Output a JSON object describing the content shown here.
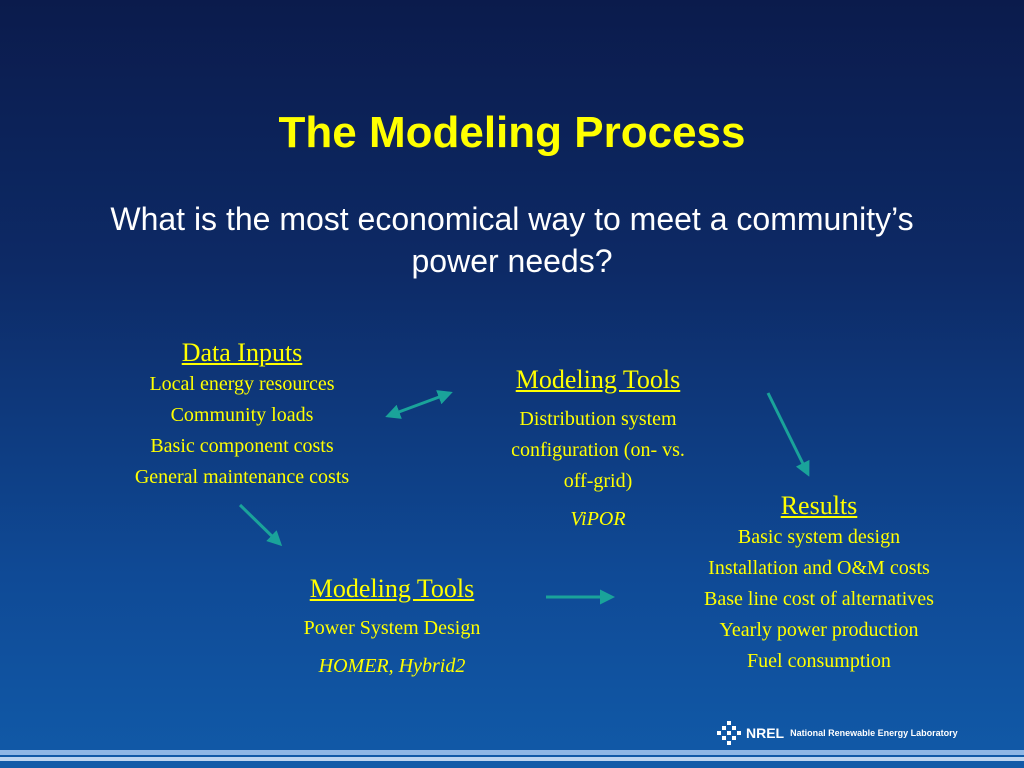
{
  "slide": {
    "title": "The Modeling Process",
    "question": "What is the most economical way to meet a community’s power needs?"
  },
  "data_inputs": {
    "heading": "Data Inputs",
    "items": [
      "Local energy resources",
      "Community loads",
      "Basic component costs",
      "General maintenance costs"
    ]
  },
  "modeling_tools_top": {
    "heading": "Modeling Tools",
    "description": [
      "Distribution system",
      "configuration (on- vs.",
      "off-grid)"
    ],
    "tool": "ViPOR"
  },
  "modeling_tools_bottom": {
    "heading": "Modeling Tools",
    "description": "Power System Design",
    "tool": "HOMER, Hybrid2"
  },
  "results": {
    "heading": "Results",
    "items": [
      "Basic system design",
      "Installation and O&M costs",
      "Base line cost of alternatives",
      "Yearly power production",
      "Fuel consumption"
    ]
  },
  "footer": {
    "logo_abbrev": "NREL",
    "logo_name": "National Renewable Energy Laboratory"
  },
  "colors": {
    "title": "#ffff00",
    "text": "#ffff00",
    "question": "#ffffff",
    "arrow": "#1aa39a"
  }
}
